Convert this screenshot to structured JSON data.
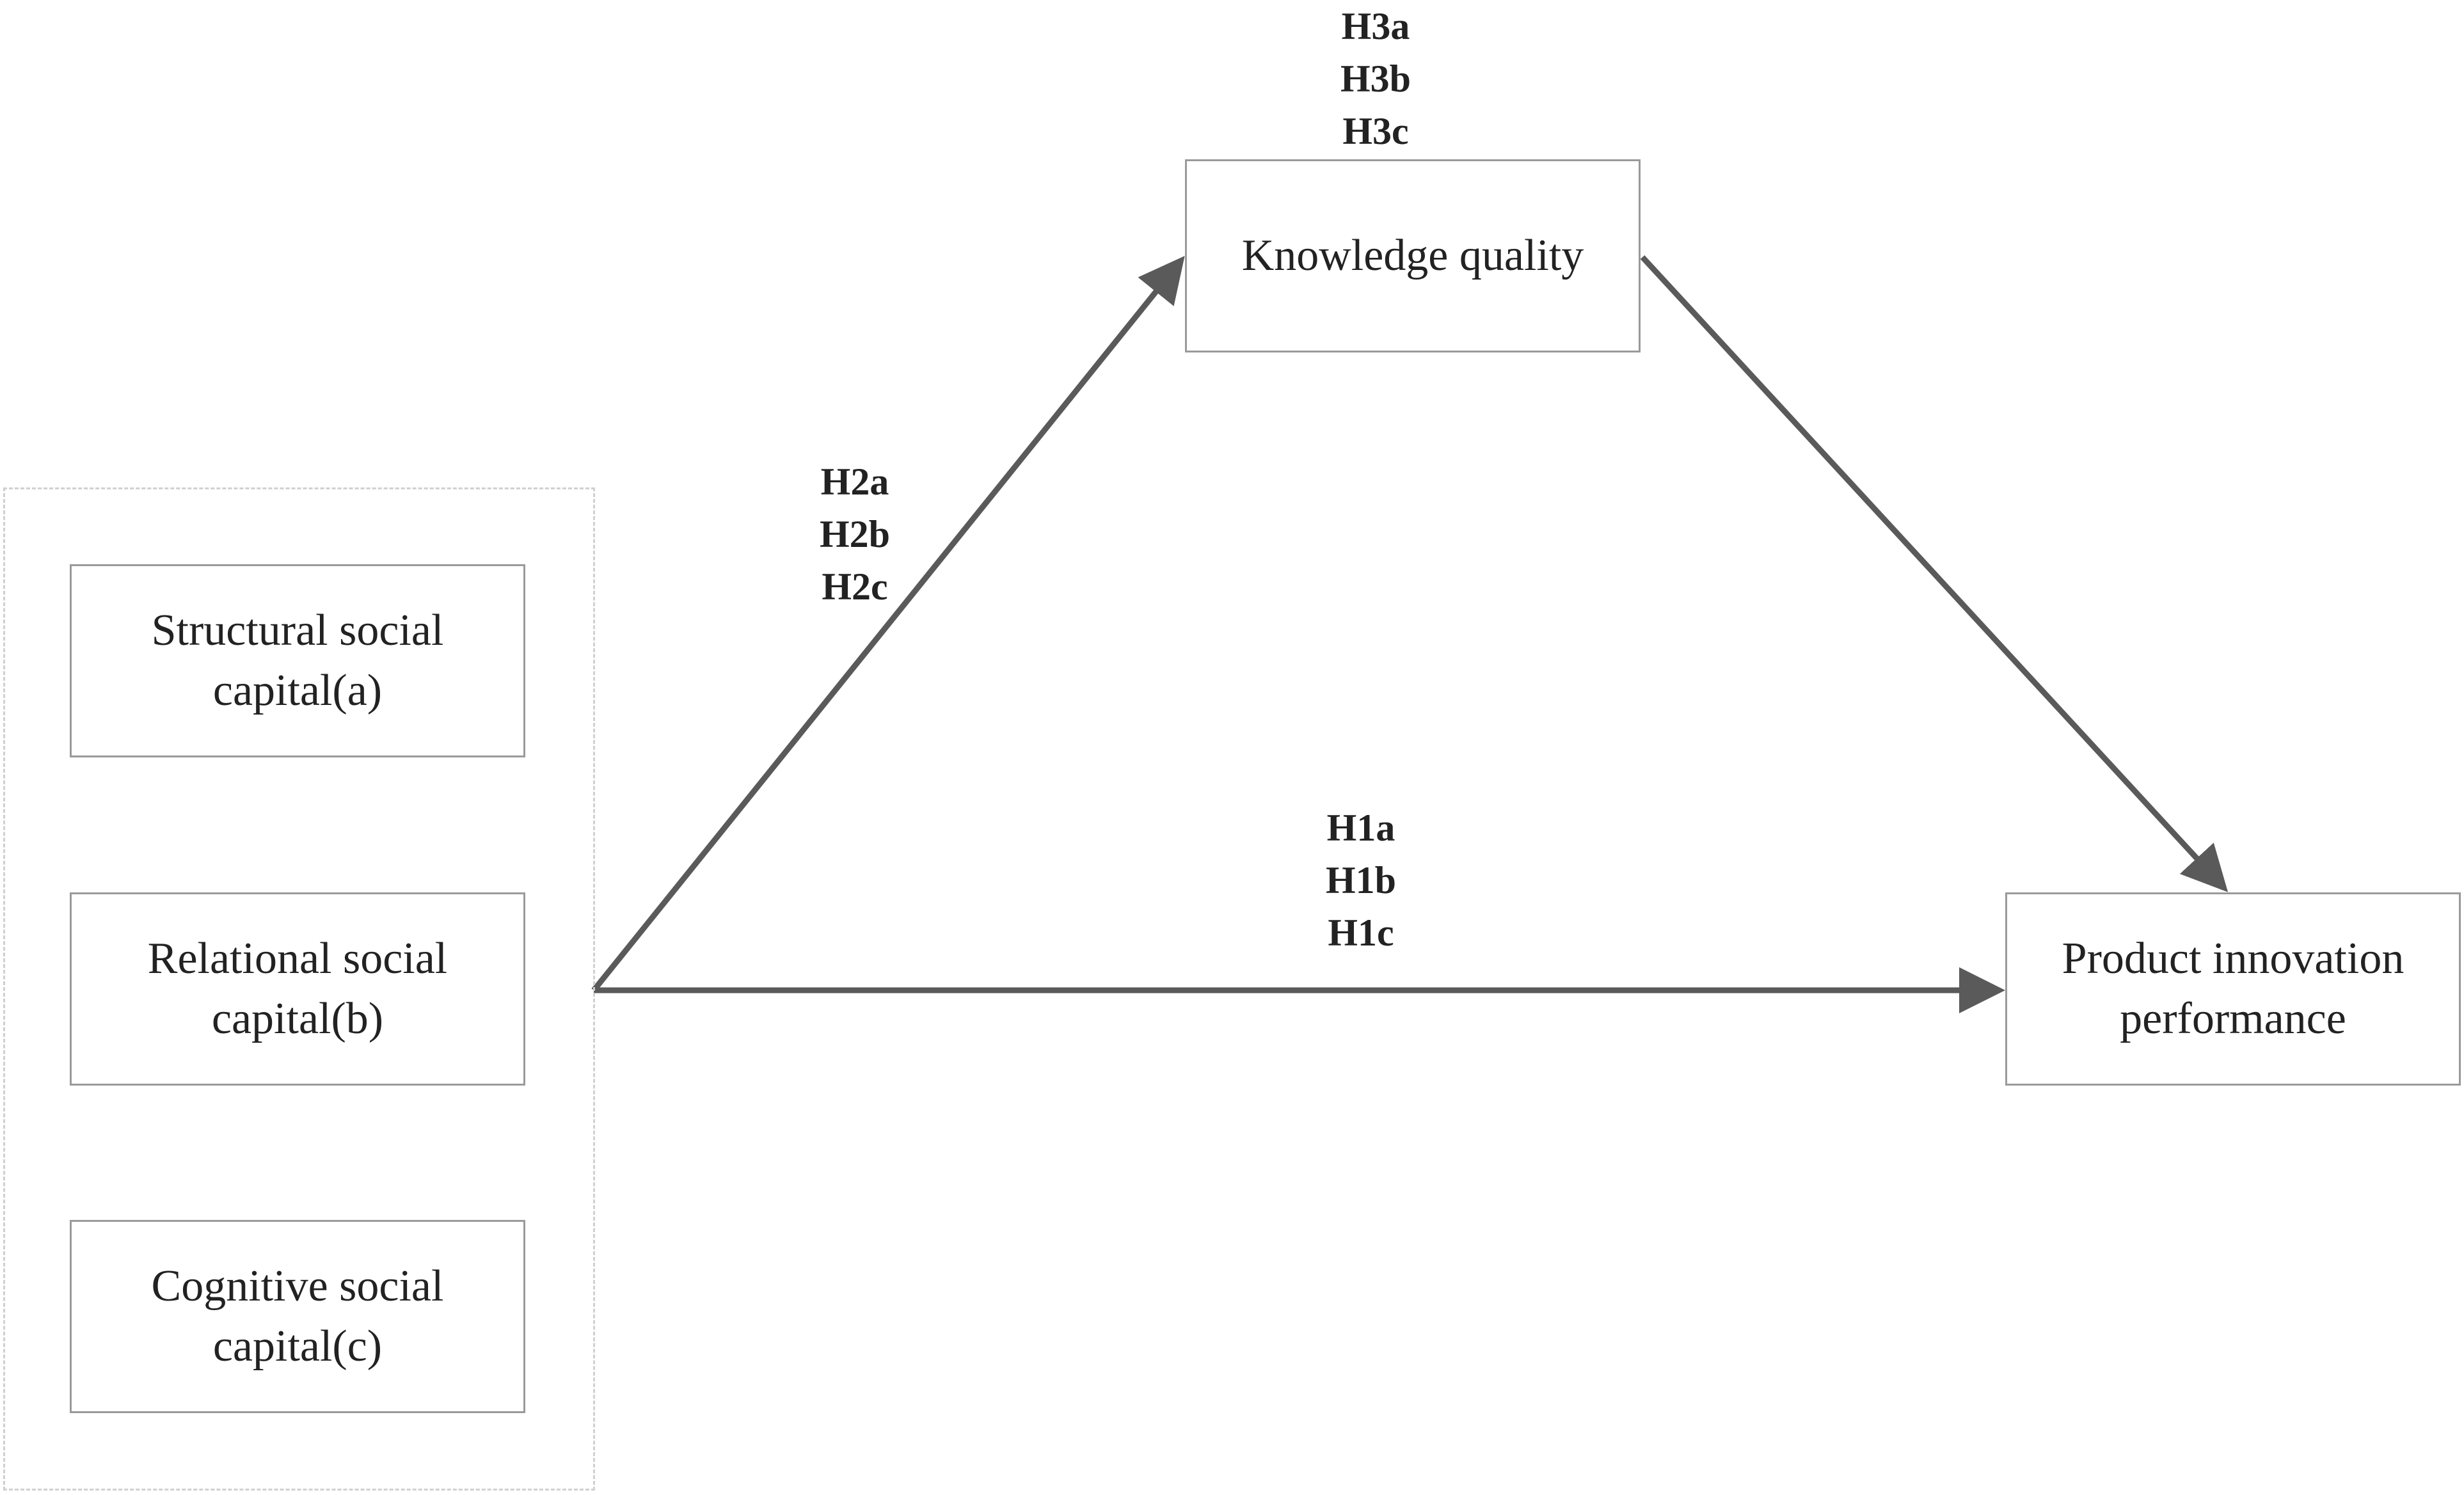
{
  "nodes": {
    "structural": "Structural social\ncapital(a)",
    "relational": "Relational social\ncapital(b)",
    "cognitive": "Cognitive social\ncapital(c)",
    "knowledge": "Knowledge quality",
    "product": "Product innovation\nperformance"
  },
  "hypotheses": {
    "h1": "H1a\nH1b\nH1c",
    "h2": "H2a\nH2b\nH2c",
    "h3": "H3a\nH3b\nH3c"
  },
  "colors": {
    "arrow": "#5a5a5a",
    "box_border": "#9a9a9a",
    "group_border": "#d0d0d0"
  }
}
